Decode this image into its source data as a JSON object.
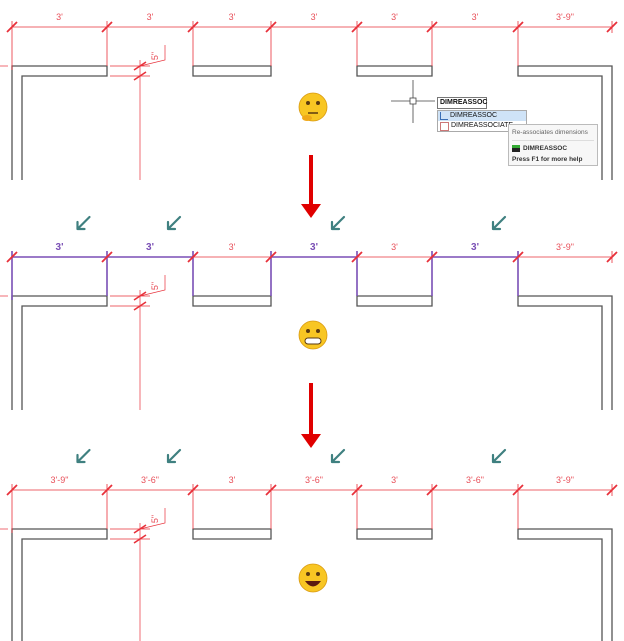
{
  "panels": [
    {
      "labels": [
        "3'",
        "3'",
        "3'",
        "3'",
        "3'",
        "3'",
        "3'-9\""
      ],
      "associated": [
        false,
        false,
        false,
        false,
        false,
        false,
        false
      ],
      "arrows": [],
      "face": "thinking-face",
      "small_dim": "5\""
    },
    {
      "labels": [
        "3'",
        "3'",
        "3'",
        "3'",
        "3'",
        "3'",
        "3'-9\""
      ],
      "associated": [
        true,
        true,
        false,
        true,
        false,
        true,
        false
      ],
      "arrows": [
        0,
        1,
        3,
        5
      ],
      "face": "grimacing-face",
      "small_dim": "5\""
    },
    {
      "labels": [
        "3'-9\"",
        "3'-6\"",
        "3'",
        "3'-6\"",
        "3'",
        "3'-6\"",
        "3'-9\""
      ],
      "associated": [
        false,
        false,
        false,
        false,
        false,
        false,
        false
      ],
      "arrows": [
        0,
        1,
        3,
        5
      ],
      "face": "grinning-face",
      "small_dim": "5\""
    }
  ],
  "command": {
    "input": "DIMREASSOC",
    "suggestions": [
      "DIMREASSOC",
      "DIMREASSOCIATE"
    ],
    "tooltip_description": "Re-associates dimensions",
    "tooltip_command": "DIMREASSOC",
    "tooltip_help": "Press F1 for more help"
  },
  "colors": {
    "dimension": "#e8303a",
    "associated": "#7a4fb5",
    "wall": "#555555",
    "arrow": "#3f8080",
    "flow_arrow": "#e00000"
  }
}
